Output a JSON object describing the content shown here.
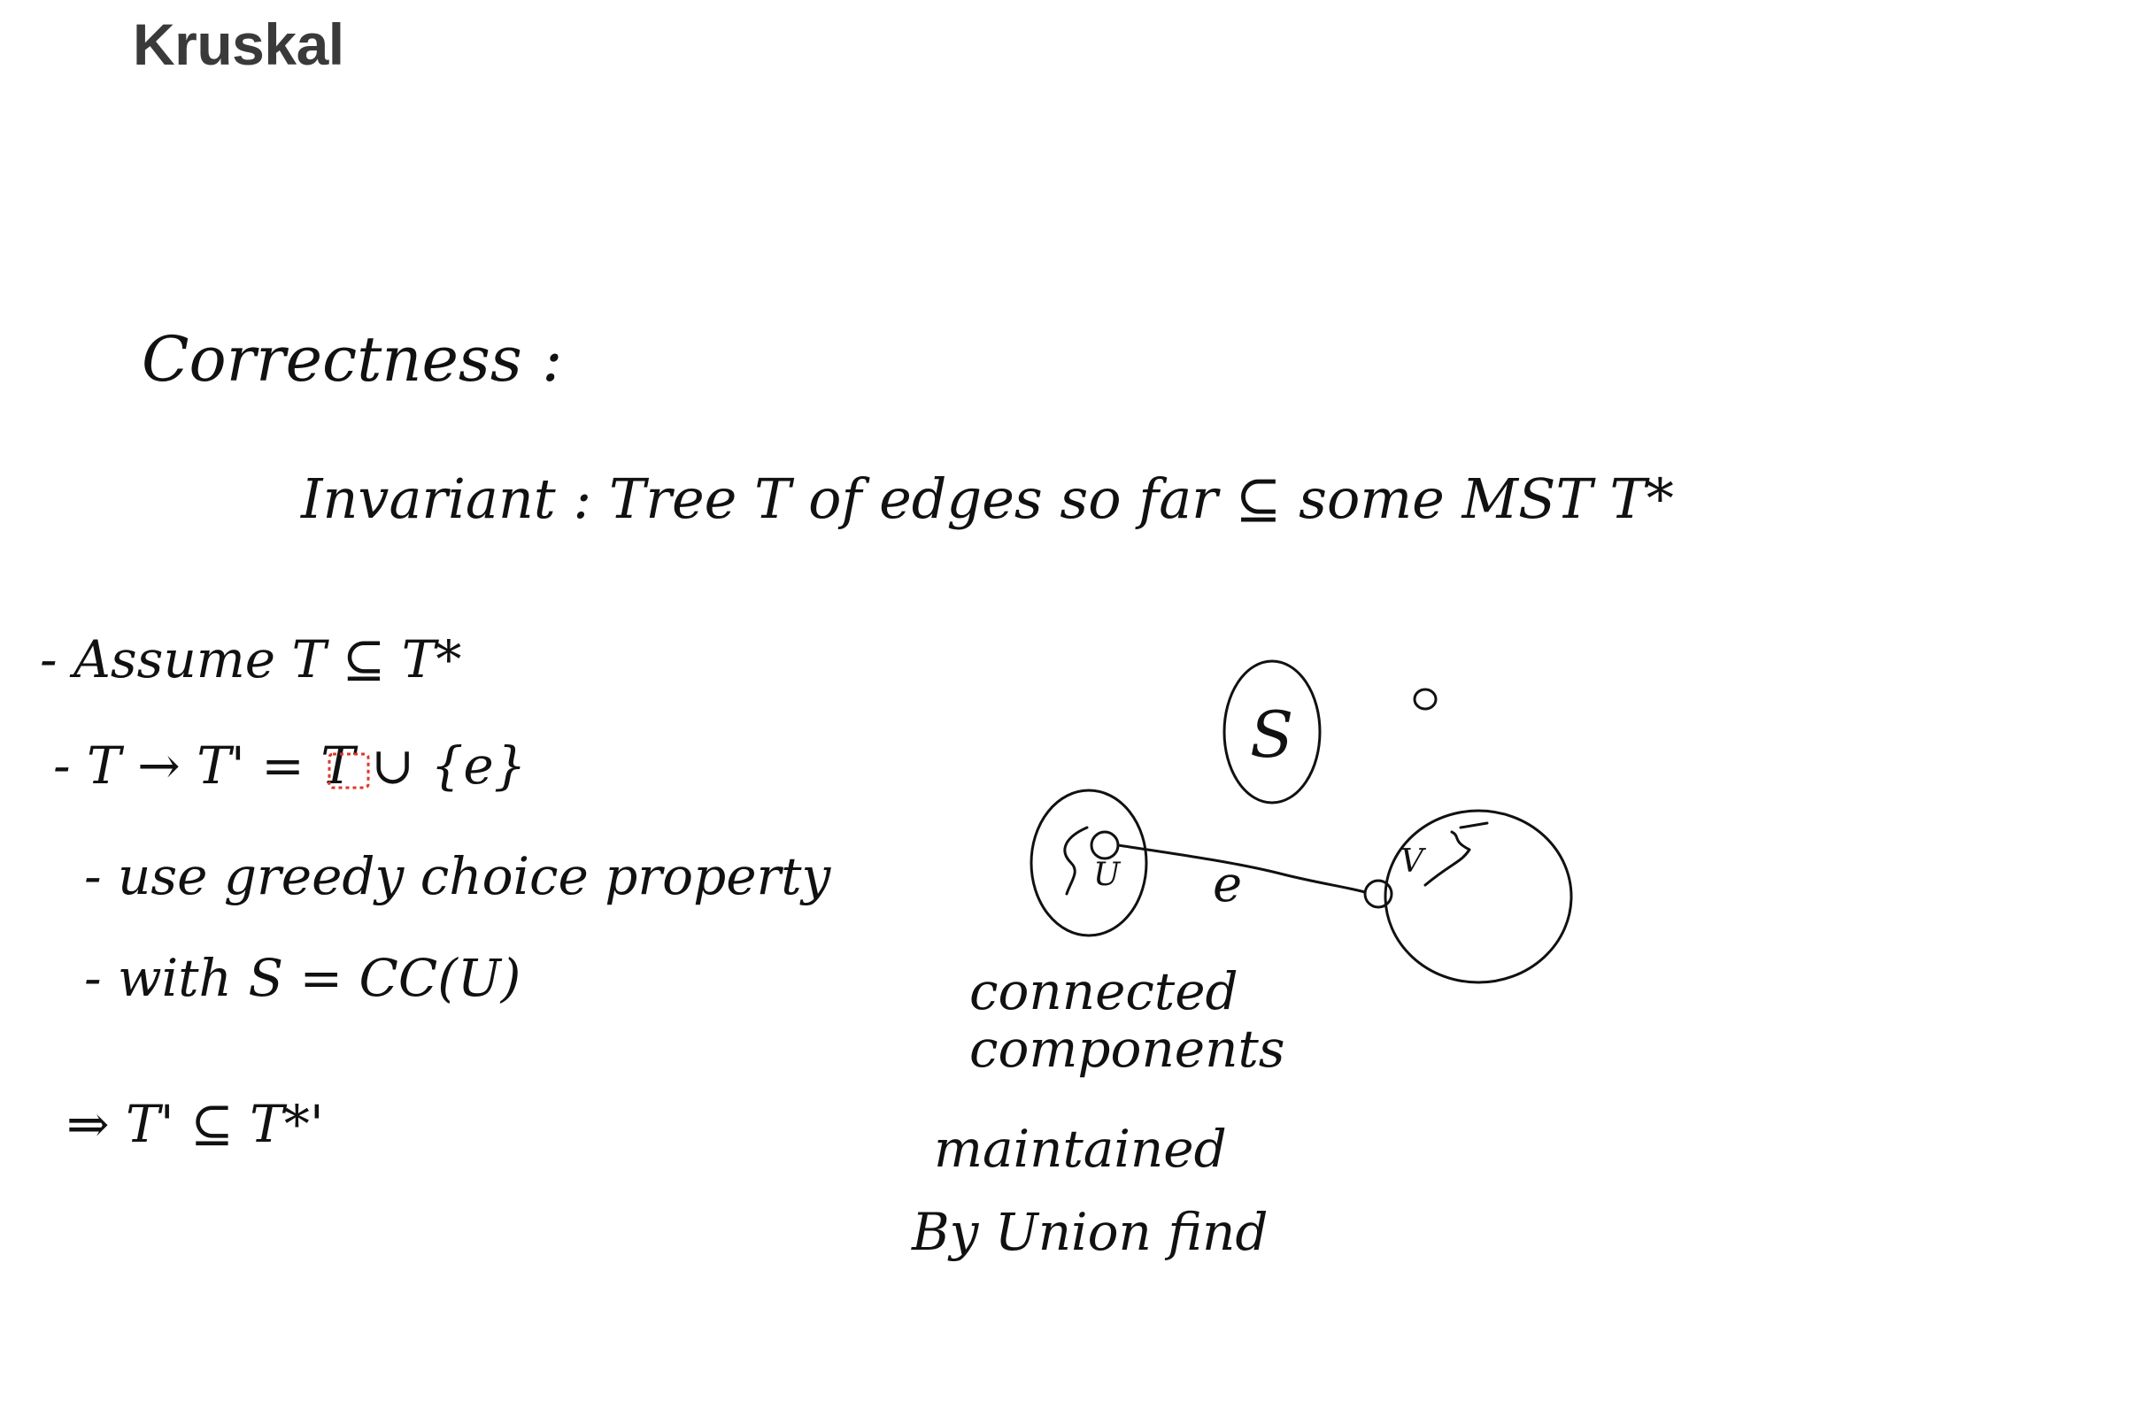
{
  "page": {
    "title": "Kruskal"
  },
  "notes": {
    "heading": "Correctness :",
    "invariant": "Invariant : Tree T of edges so far ⊆ some MST T*",
    "steps": [
      "- Assume   T ⊆ T*",
      "-   T → T' = T ∪ {e}",
      "- use  greedy choice  property",
      "- with   S = CC(U)",
      "⇒   T' ⊆ T*'"
    ]
  },
  "diagram": {
    "set_label": "S",
    "node_u_label": "U",
    "node_v_label": "V",
    "edge_label": "e",
    "caption_lines": [
      "connected",
      "components",
      "maintained",
      "By  Union find"
    ]
  },
  "colors": {
    "ink": "#111111",
    "title": "#3a3a3a",
    "highlight": "#e0362c"
  }
}
